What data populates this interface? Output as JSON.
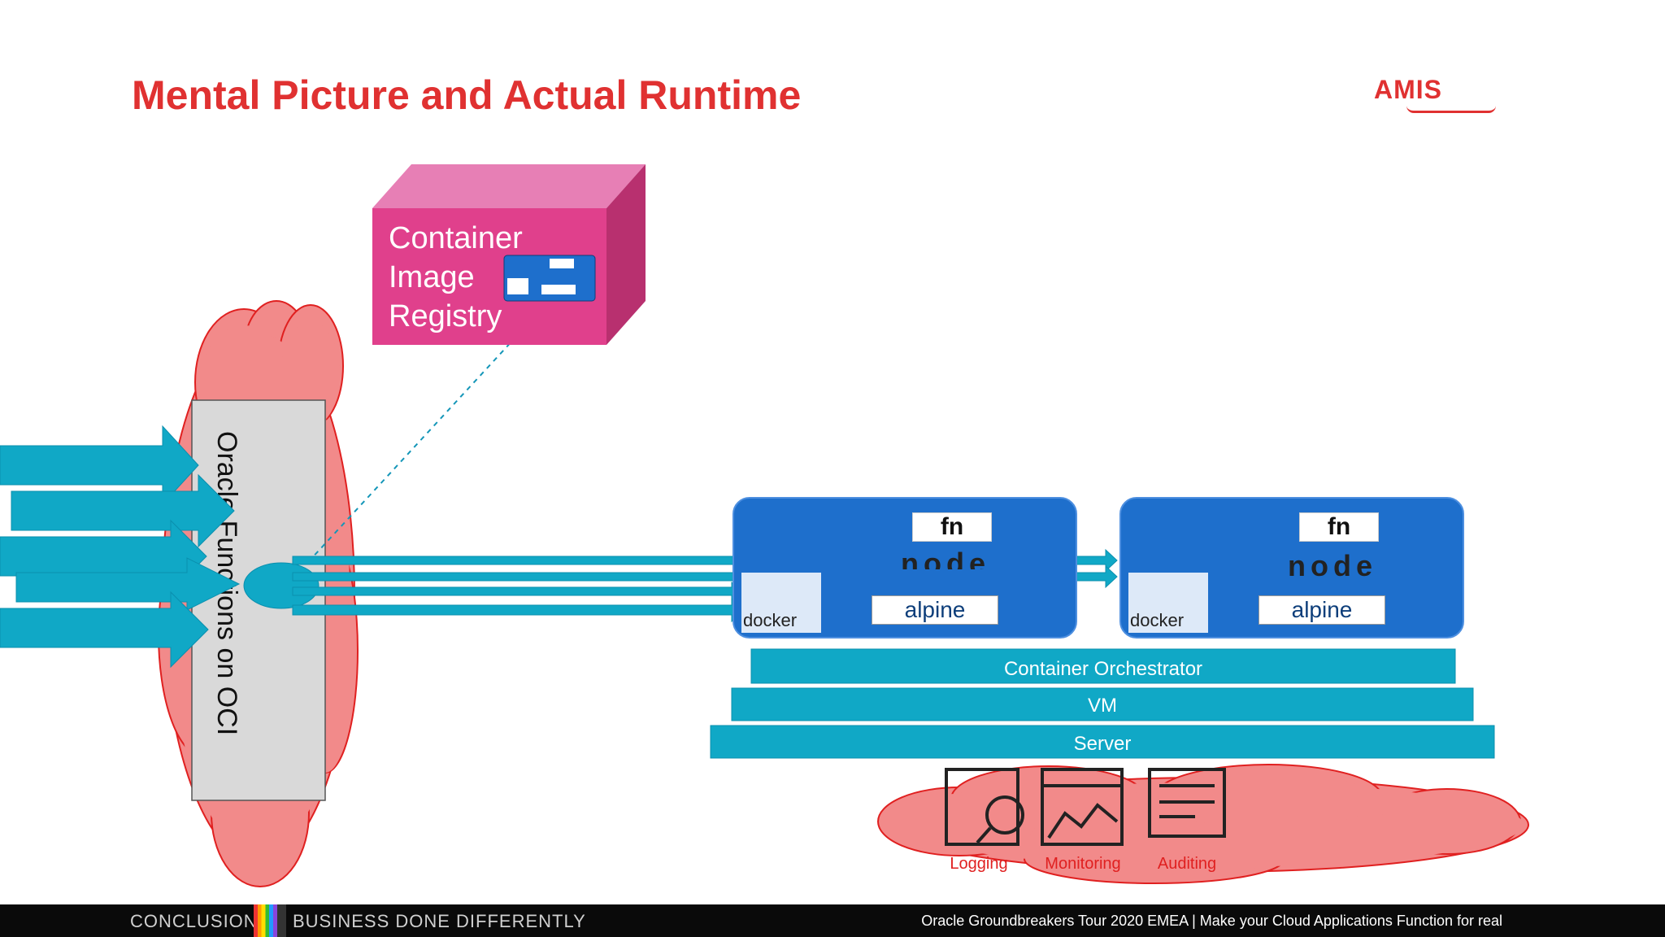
{
  "slide": {
    "title": "Mental Picture and Actual Runtime",
    "logo_text": "AMIS"
  },
  "registry": {
    "line1": "Container",
    "line2": "Image",
    "line3": "Registry"
  },
  "functions": {
    "label": "Oracle Functions on OCI"
  },
  "node_boxes": [
    {
      "fn_label": "fn",
      "node_label": "node",
      "docker_label": "docker",
      "alpine_label": "alpine"
    },
    {
      "fn_label": "fn",
      "node_label": "node",
      "docker_label": "docker",
      "alpine_label": "alpine"
    }
  ],
  "layers": {
    "orchestrator": "Container Orchestrator",
    "vm": "VM",
    "server": "Server"
  },
  "services": {
    "logging": "Logging",
    "monitoring": "Monitoring",
    "auditing": "Auditing"
  },
  "footer": {
    "section": "CONCLUSION",
    "tagline": "BUSINESS DONE DIFFERENTLY",
    "event": "Oracle Groundbreakers Tour 2020 EMEA | Make your Cloud Applications Function for real"
  },
  "colors": {
    "title": "#e03131",
    "teal": "#10a8c6",
    "cloud": "#f28a8a",
    "registry": "#e0408c",
    "box_blue": "#1e6fcc"
  }
}
